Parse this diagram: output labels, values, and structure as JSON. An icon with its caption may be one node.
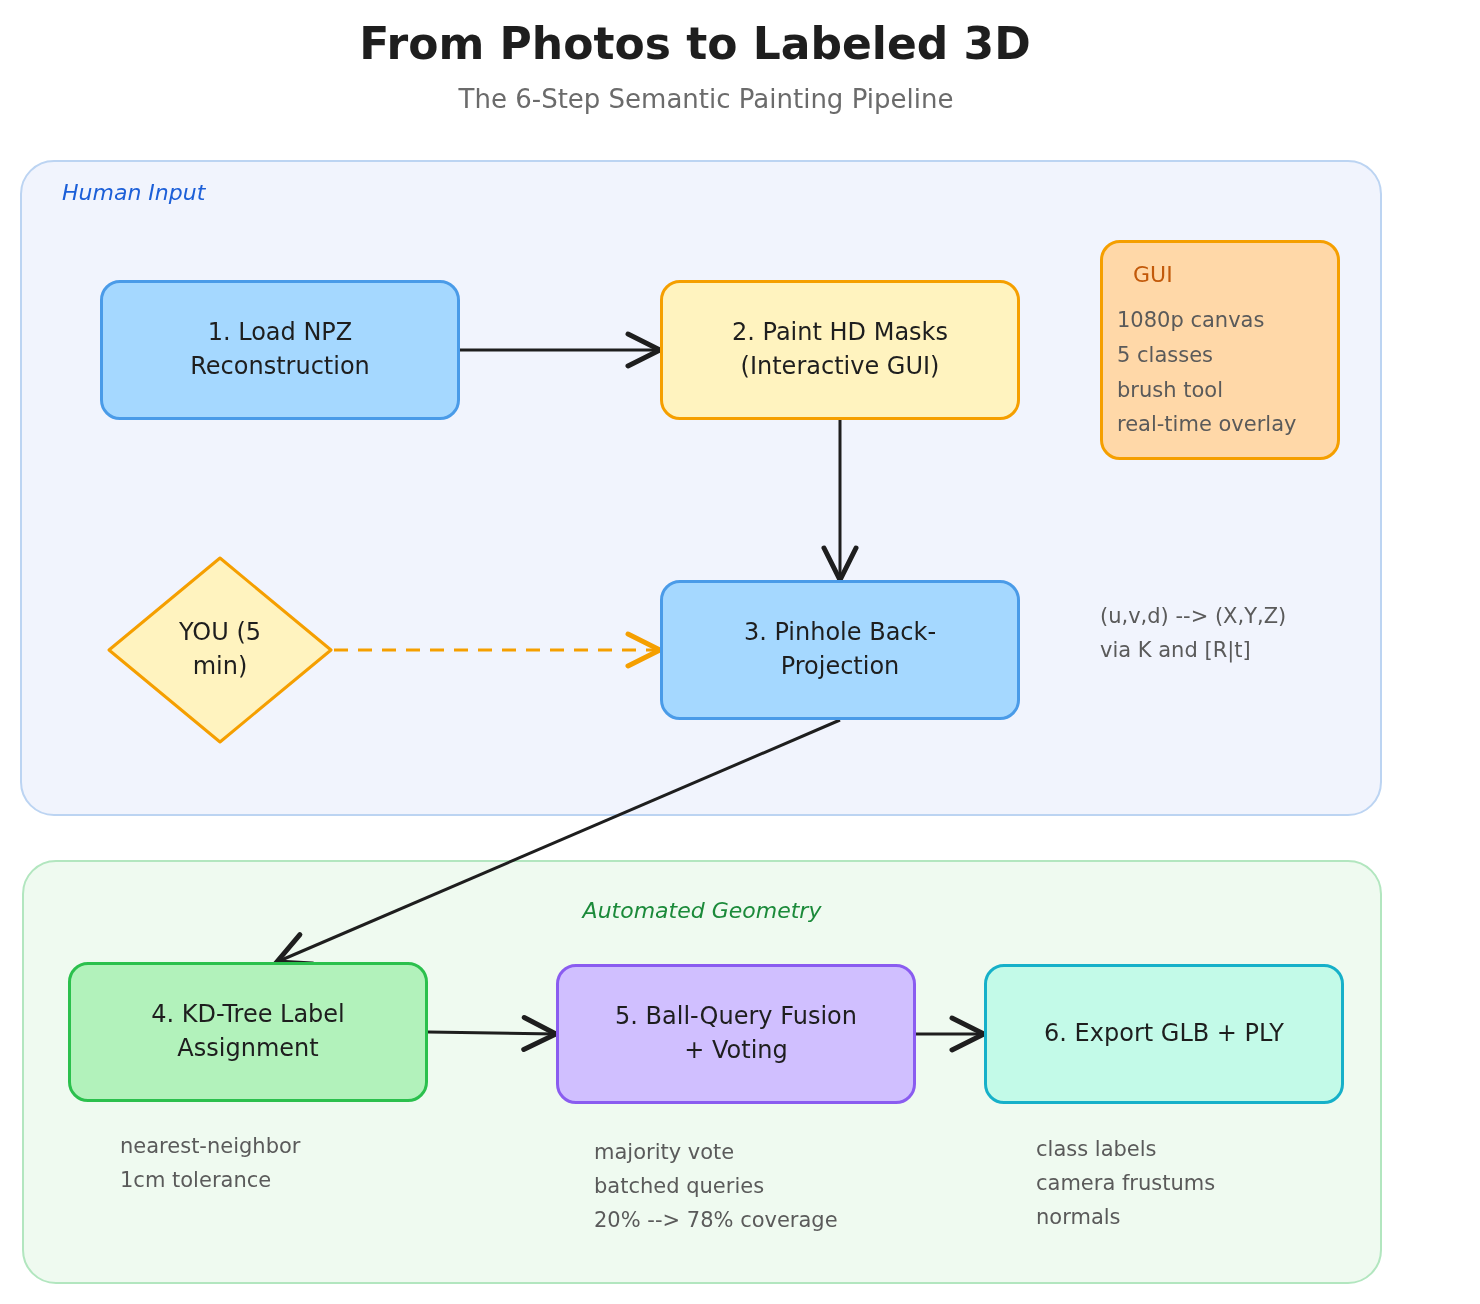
{
  "diagram": {
    "title": "From Photos to Labeled 3D",
    "nodes": [
      {
        "text": [
          "Human Input"
        ]
      },
      {
        "text": [
          "1. Load NPZ Reconstruction"
        ],
        "in": 0
      },
      {
        "text": [
          "2. Paint HD Masks (Interactive GUI)"
        ],
        "in": 0
      },
      {
        "text": [
          "GUI",
          "1080p canvas",
          "5 classes",
          "brush tool",
          "real-time overlay"
        ],
        "in": 0
      },
      {
        "text": [
          "YOU (5 min)"
        ],
        "in": 0
      },
      {
        "text": [
          "3. Pinhole Back-Projection"
        ],
        "in": 0,
        "beside": [
          "(u,v,d) --> (X,Y,Z)",
          "via K and [R|t]"
        ]
      },
      {
        "text": [
          "Automated Geometry"
        ]
      },
      {
        "text": [
          "4. KD-Tree Label Assignment"
        ],
        "in": 6,
        "beside": [
          "nearest-neighbor",
          "1cm tolerance"
        ]
      },
      {
        "text": [
          "5. Ball-Query Fusion + Voting"
        ],
        "in": 6,
        "beside": [
          "majority vote",
          "batched queries",
          "20% --> 78% coverage"
        ]
      },
      {
        "text": [
          "6. Export GLB + PLY"
        ],
        "in": 6,
        "beside": [
          "class labels",
          "camera frustums",
          "normals"
        ]
      }
    ],
    "edges": [
      {
        "from": 1,
        "to": 2,
        "arrow": "to"
      },
      {
        "from": 2,
        "to": 5,
        "arrow": "to"
      },
      {
        "from": 4,
        "to": 5,
        "arrow": "to",
        "style": "dashed",
        "color": "#f59f00"
      },
      {
        "from": 5,
        "to": 7,
        "arrow": "to"
      },
      {
        "from": 7,
        "to": 8,
        "arrow": "to"
      },
      {
        "from": 8,
        "to": 9,
        "arrow": "to"
      }
    ],
    "labels": [
      "The 6-Step Semantic Painting Pipeline"
    ]
  }
}
